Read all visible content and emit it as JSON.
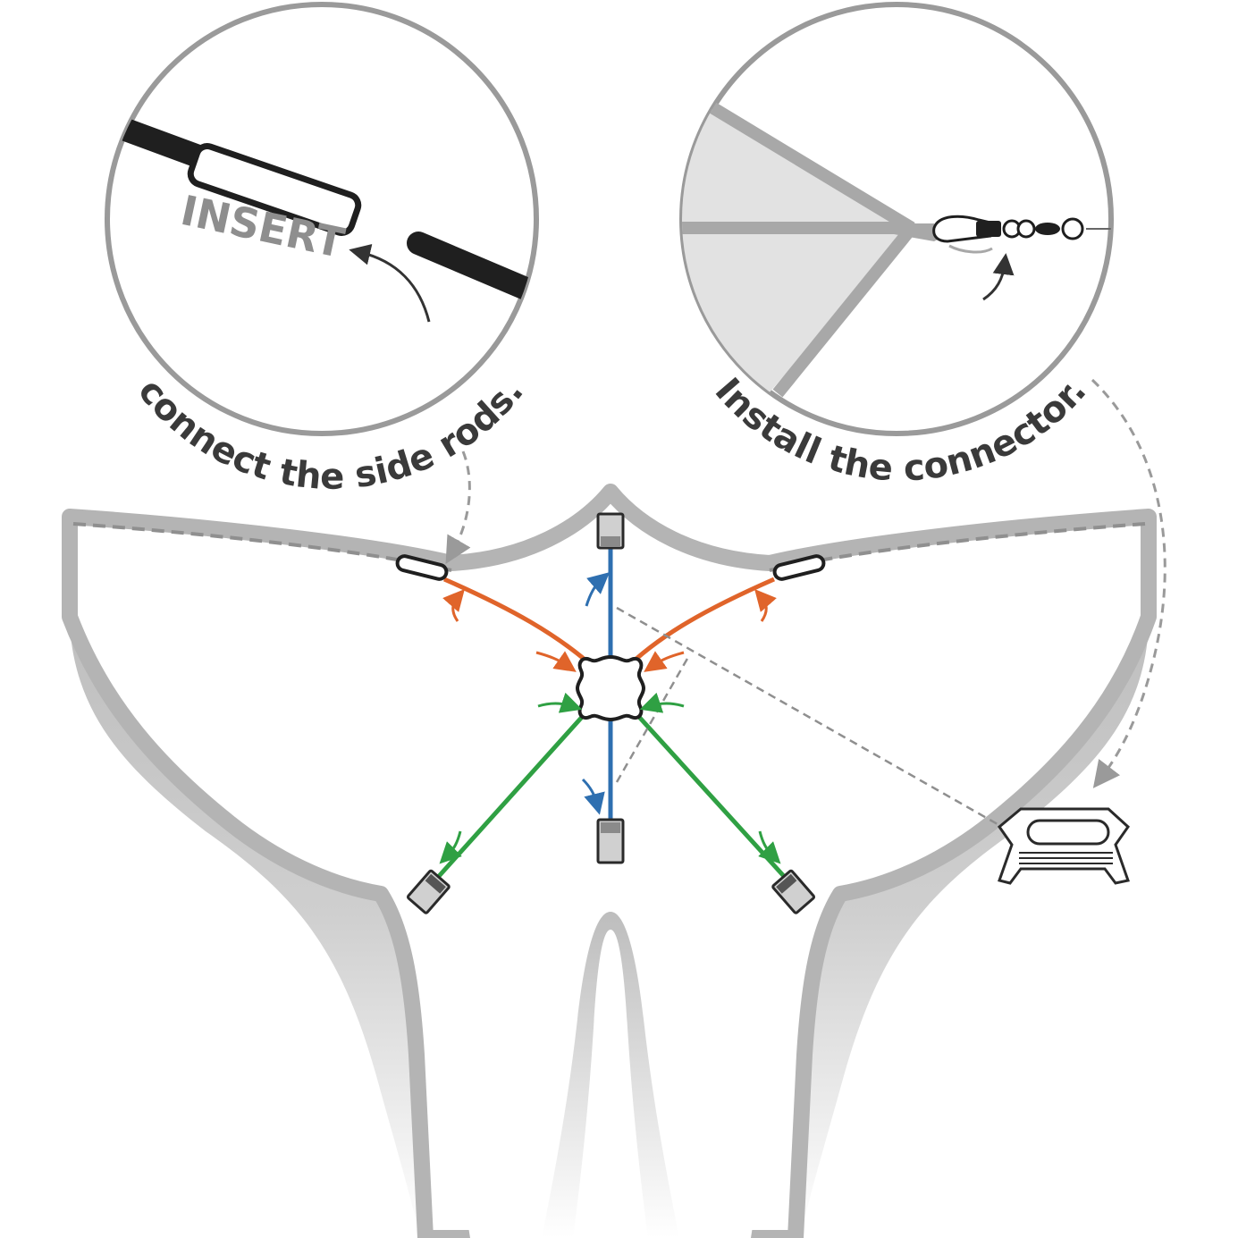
{
  "left_callout": {
    "label": "INSERT",
    "caption": "connect the side rods."
  },
  "right_callout": {
    "caption": "Install the connector."
  },
  "colors": {
    "sail_edge": "#b4b4b4",
    "sail_fill_light": "#ffffff",
    "sail_fill_dark": "#c4c4c4",
    "circle_stroke": "#9a9a9a",
    "rod_black": "#1f1f1f",
    "spar_orange": "#e0642a",
    "spar_blue": "#2e6fb0",
    "spar_green": "#2fa043",
    "caption_text": "#3a3a3a",
    "insert_text": "#8e8e8e"
  },
  "icons": [
    "ferrule-icon",
    "center-cross-connector-icon",
    "swivel-snap-icon",
    "bridle-connector-icon",
    "end-cap-icon",
    "curved-arrow-icon"
  ]
}
